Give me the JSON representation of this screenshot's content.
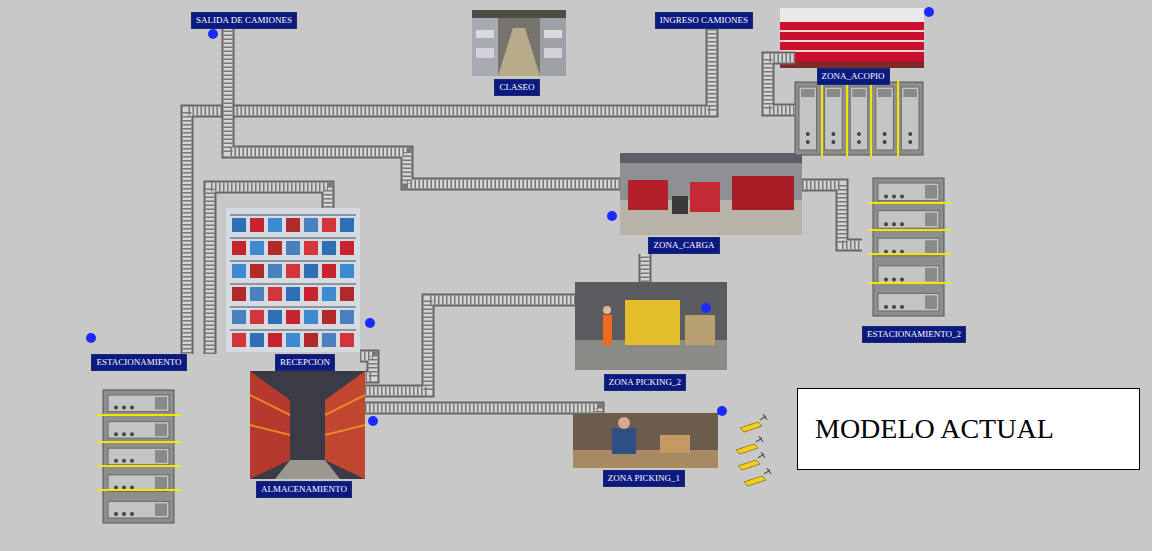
{
  "diagram": {
    "nodes": [
      {
        "text": [
          "SALIDA DE CAMIONES"
        ]
      },
      {
        "text": [
          "CLASEO"
        ]
      },
      {
        "text": [
          "INGRESO CAMIONES"
        ]
      },
      {
        "text": [
          "ZONA_ACOPIO"
        ]
      },
      {
        "text": [
          "ZONA_CARGA"
        ]
      },
      {
        "text": [
          "ESTACIONAMIENTO_2"
        ]
      },
      {
        "text": [
          "RECEPCION"
        ]
      },
      {
        "text": [
          "ESTACIONAMIENTO"
        ]
      },
      {
        "text": [
          "ZONA PICKING_2"
        ]
      },
      {
        "text": [
          "ALMACENAMIENTO"
        ]
      },
      {
        "text": [
          "ZONA PICKING_1"
        ]
      },
      {
        "text": [
          "MODELO ACTUAL"
        ]
      }
    ],
    "edges": [
      {
        "from": 2,
        "to": 7,
        "arrow": "none"
      },
      {
        "from": 7,
        "to": 6,
        "arrow": "none"
      },
      {
        "from": 6,
        "to": 9,
        "arrow": "none"
      },
      {
        "from": 9,
        "to": 10,
        "arrow": "none"
      },
      {
        "from": 9,
        "to": 8,
        "arrow": "none"
      },
      {
        "from": 8,
        "to": 4,
        "arrow": "none"
      },
      {
        "from": 4,
        "to": 5,
        "arrow": "none"
      },
      {
        "from": 4,
        "to": 0,
        "arrow": "none"
      }
    ]
  }
}
